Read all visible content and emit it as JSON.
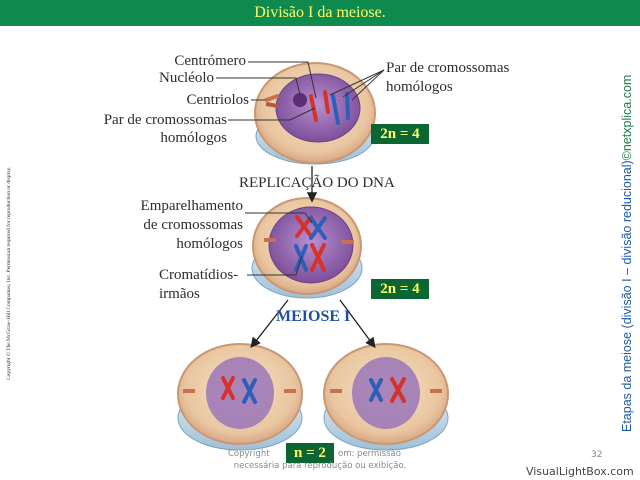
{
  "header": {
    "title": "Divisão I da meiose."
  },
  "labels": {
    "centromero": "Centrómero",
    "nucleolo": "Nucléolo",
    "centriolos": "Centriolos",
    "par_homologos_left_1": "Par de cromossomas",
    "par_homologos_left_2": "homólogos",
    "par_homologos_right_1": "Par de cromossomas",
    "par_homologos_right_2": "homólogos",
    "replicacao": "REPLICAÇÃO DO DNA",
    "emparelhamento_1": "Emparelhamento",
    "emparelhamento_2": "de cromossomas",
    "emparelhamento_3": "homólogos",
    "cromatidios_1": "Cromatídios-",
    "cromatidios_2": "irmãos",
    "meiose": "MEIOSE I"
  },
  "badges": {
    "top": "2n = 4",
    "middle": "2n = 4",
    "bottom": "n = 2"
  },
  "side_text": {
    "right": "Etapas da meiose (divisão I – divisão reducional)",
    "right_site": "©netxplica.com",
    "left": "Copyright © The McGraw-Hill Companies, Inc. Permission required for reproduction or display."
  },
  "footer": {
    "line1_visible_start": "Copyright",
    "line1_visible_end": "om: permissão",
    "line2": "necessária para reprodução ou exibição.",
    "page_number": "32"
  },
  "watermark": "VisualLightBox.com",
  "colors": {
    "title_bar": "#0f8a4e",
    "title_text": "#ffff66",
    "badge_bg": "#0b6633",
    "badge_text": "#ffff66",
    "side_text": "#1b5aa6",
    "chromosome_red": "#d8302a",
    "chromosome_blue": "#2e5fb8",
    "nucleus": "#8e64a8"
  }
}
